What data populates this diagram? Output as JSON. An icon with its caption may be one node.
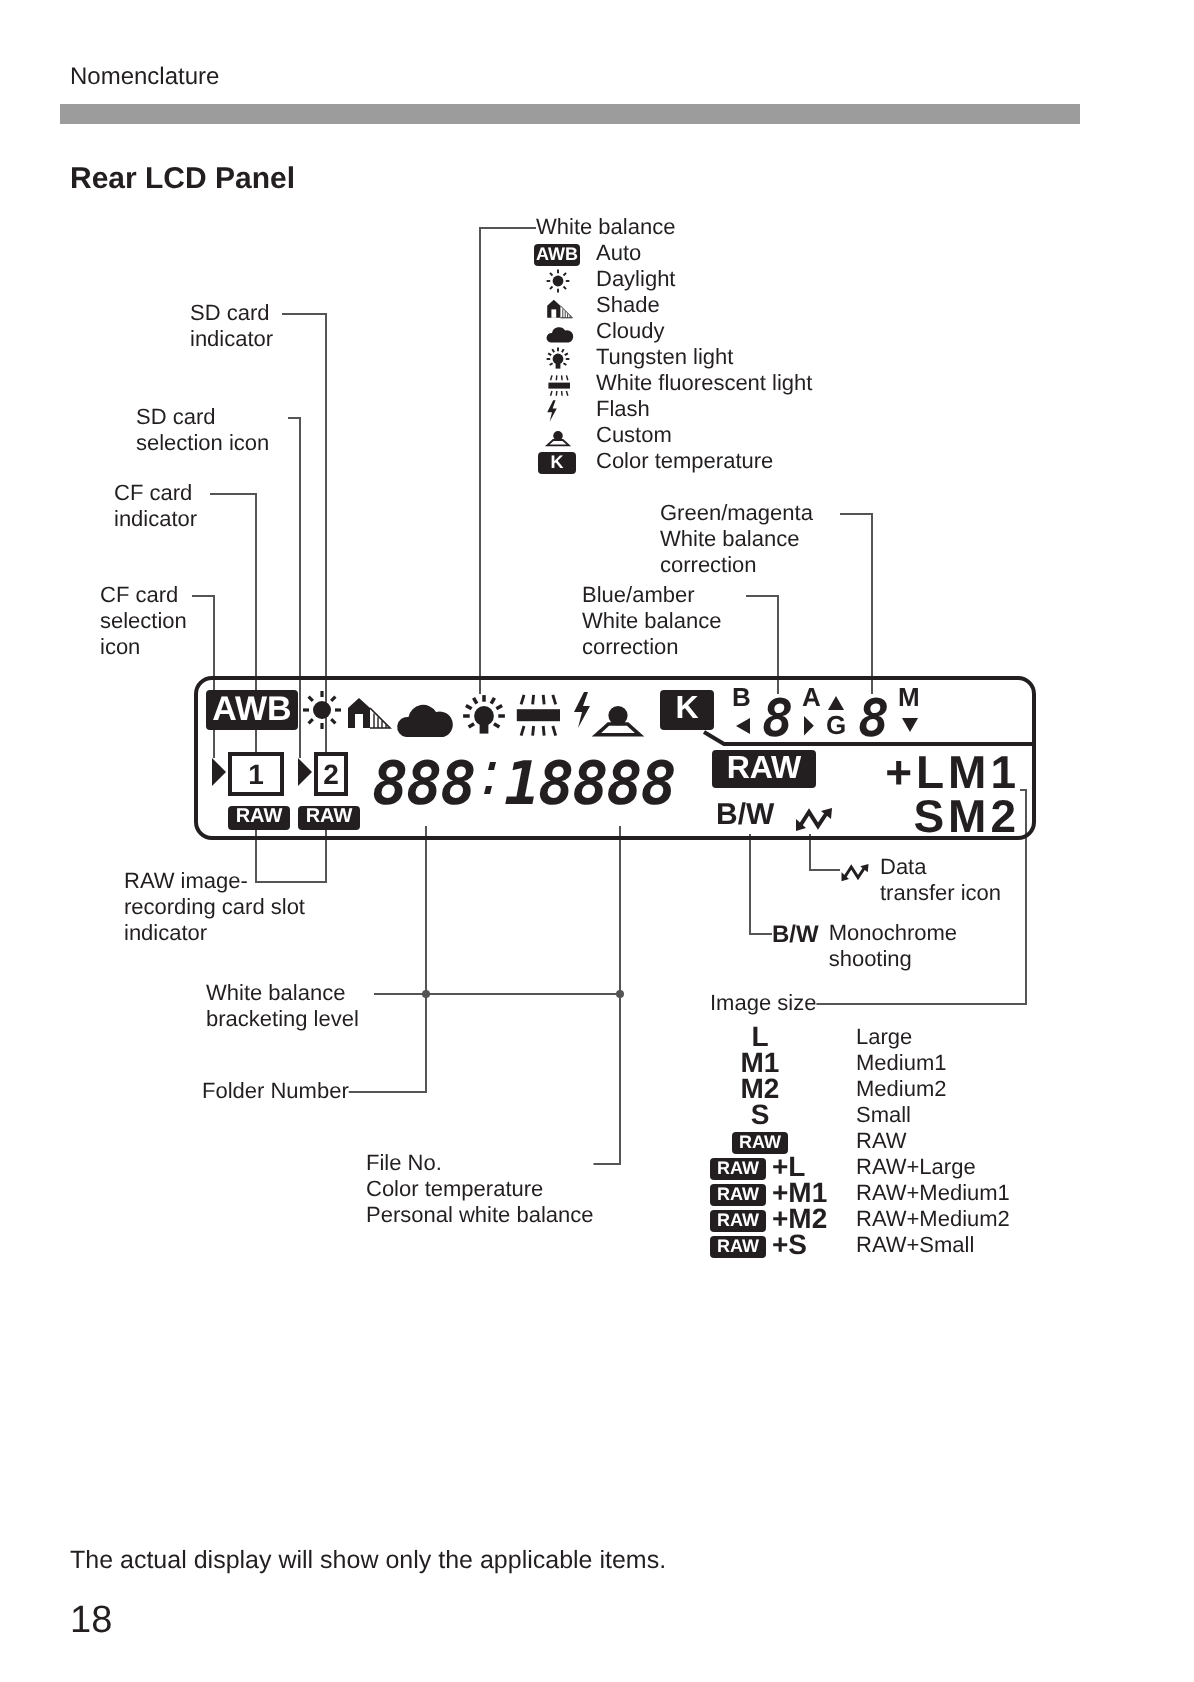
{
  "diagram": {
    "title": "Rear LCD Panel",
    "nodes": [
      {
        "text": [],
        "shape": "box"
      },
      {
        "text": [],
        "shape": "triangle",
        "in": 0
      },
      {
        "text": [
          "1"
        ],
        "in": 0
      },
      {
        "text": [],
        "shape": "triangle",
        "in": 0
      },
      {
        "text": [
          "2"
        ],
        "in": 0
      },
      {
        "text": [
          "RAW"
        ],
        "in": 0
      },
      {
        "text": [
          "RAW"
        ],
        "in": 0
      },
      {
        "text": [],
        "shape": "icon",
        "in": 0
      },
      {
        "text": [
          "8"
        ],
        "in": 0
      },
      {
        "text": [
          "8"
        ],
        "in": 0
      },
      {
        "text": [
          "888"
        ],
        "in": 0
      },
      {
        "text": [
          "18888"
        ],
        "in": 0
      },
      {
        "text": [
          "B/W"
        ],
        "in": 0
      },
      {
        "text": [],
        "shape": "icon",
        "in": 0
      },
      {
        "text": [
          "+LM1",
          "SM2"
        ],
        "in": 0
      },
      {
        "text": [
          "SD card indicator"
        ]
      },
      {
        "text": [
          "SD card selection icon"
        ]
      },
      {
        "text": [
          "CF card indicator"
        ]
      },
      {
        "text": [
          "CF card selection icon"
        ]
      },
      {
        "text": [
          "White balance"
        ]
      },
      {
        "text": [
          "Green/magenta White balance correction"
        ]
      },
      {
        "text": [
          "Blue/amber White balance correction"
        ]
      },
      {
        "text": [
          "RAW image-recording card slot indicator"
        ]
      },
      {
        "text": [
          "White balance bracketing level"
        ]
      },
      {
        "text": [
          "Folder Number"
        ]
      },
      {
        "text": [
          "File No.",
          "Color temperature",
          "Personal white balance"
        ]
      },
      {
        "text": [
          "Data transfer icon"
        ]
      },
      {
        "text": [
          "Monochrome shooting"
        ],
        "beside": [
          "B/W"
        ]
      },
      {
        "text": [
          "Image size"
        ]
      }
    ],
    "edges": [
      {
        "from": 15,
        "to": 4,
        "arrow": "none"
      },
      {
        "from": 16,
        "to": 3,
        "arrow": "none"
      },
      {
        "from": 17,
        "to": 2,
        "arrow": "none"
      },
      {
        "from": 18,
        "to": 1,
        "arrow": "none"
      },
      {
        "from": 19,
        "to": 7,
        "arrow": "none"
      },
      {
        "from": 20,
        "to": 9,
        "arrow": "none"
      },
      {
        "from": 21,
        "to": 8,
        "arrow": "none"
      },
      {
        "from": 22,
        "to": 5,
        "arrow": "none"
      },
      {
        "from": 22,
        "to": 6,
        "arrow": "none"
      },
      {
        "from": 23,
        "to": 10,
        "arrow": "none"
      },
      {
        "from": 23,
        "to": 11,
        "arrow": "none"
      },
      {
        "from": 24,
        "to": 10,
        "arrow": "none"
      },
      {
        "from": 25,
        "to": 11,
        "arrow": "none"
      },
      {
        "from": 26,
        "to": 13,
        "arrow": "none"
      },
      {
        "from": 27,
        "to": 12,
        "arrow": "none"
      },
      {
        "from": 28,
        "to": 14,
        "arrow": "none"
      }
    ],
    "labels": [
      "Nomenclature",
      "AWB",
      "Auto",
      "Daylight",
      "Shade",
      "Cloudy",
      "Tungsten light",
      "White fluorescent light",
      "Flash",
      "Custom",
      "K",
      "Color temperature",
      "AWB",
      "K",
      "B",
      "A",
      "G",
      "M",
      "RAW",
      "L",
      "Large",
      "M1",
      "Medium1",
      "M2",
      "Medium2",
      "S",
      "Small",
      "RAW",
      "RAW",
      "RAW",
      "+L",
      "RAW+Large",
      "RAW",
      "+M1",
      "RAW+Medium1",
      "RAW",
      "+M2",
      "RAW+Medium2",
      "RAW",
      "+S",
      "RAW+Small",
      "The actual display will show only the applicable items.",
      "18"
    ]
  }
}
